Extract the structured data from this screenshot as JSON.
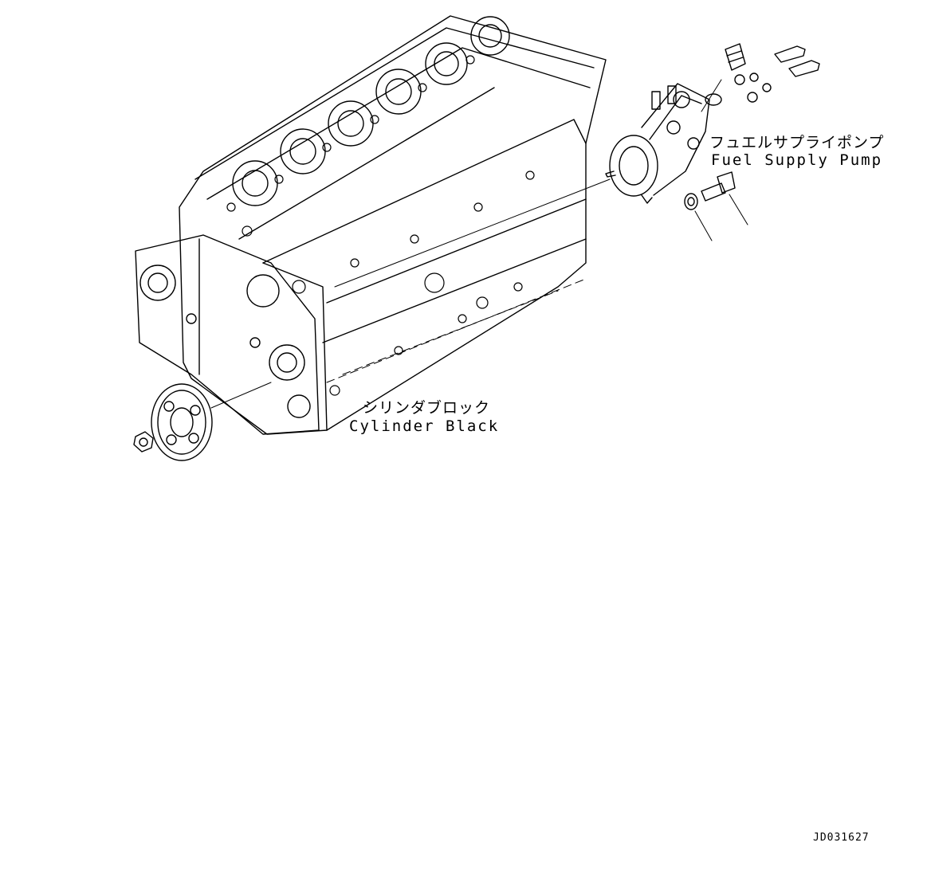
{
  "labels": {
    "fuel_pump_jp": "フュエルサプライポンプ",
    "fuel_pump_en": "Fuel Supply Pump",
    "cylinder_jp": "シリンダブロック",
    "cylinder_en": "Cylinder Black",
    "drawing_code": "JD031627"
  },
  "colors": {
    "line": "#000000",
    "background": "#ffffff"
  }
}
